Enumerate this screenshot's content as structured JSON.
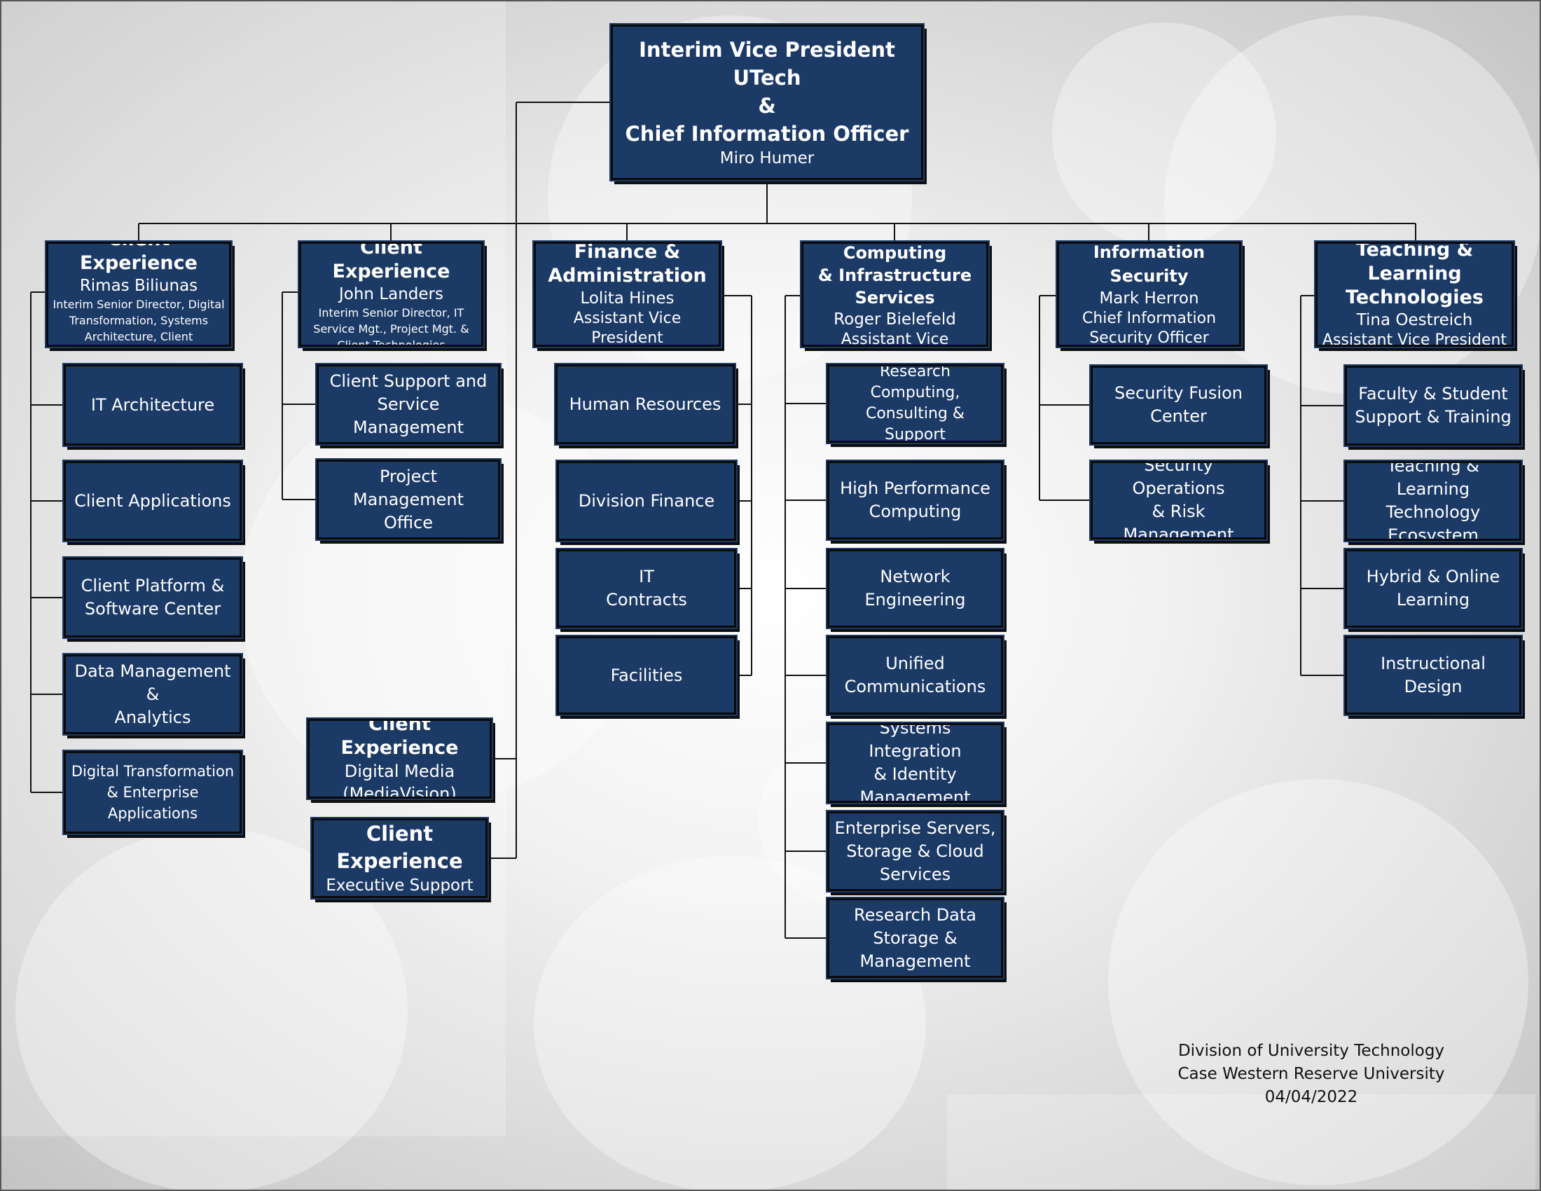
{
  "top": {
    "title_line1": "Interim Vice President UTech",
    "title_line2": "&",
    "title_line3": "Chief Information Officer",
    "name": "Miro Humer"
  },
  "divisions": [
    {
      "title": "Client Experience",
      "name": "Rimas Biliunas",
      "role": "Interim Senior Director, Digital Transformation, Systems Architecture, Client Technologies",
      "units": [
        "IT Architecture",
        "Client Applications",
        "Client Platform &\nSoftware Center",
        "Data Management &\nAnalytics",
        "Digital Transformation\n& Enterprise\nApplications"
      ]
    },
    {
      "title": "Client Experience",
      "name": "John Landers",
      "role": "Interim Senior Director, IT Service Mgt., Project Mgt. & Client Technologies",
      "units": [
        "Client Support and\nService Management",
        "Project Management\nOffice"
      ]
    },
    {
      "title": "Finance &\nAdministration",
      "name": "Lolita Hines",
      "role": "Assistant Vice President",
      "units": [
        "Human Resources",
        "Division Finance",
        "IT\nContracts",
        "Facilities"
      ]
    },
    {
      "title": "Research Computing\n& Infrastructure\nServices",
      "name": "Roger Bielefeld",
      "role": "Assistant Vice President",
      "units": [
        "Research Computing,\nConsulting & Support",
        "High Performance\nComputing",
        "Network\nEngineering",
        "Unified\nCommunications",
        "Systems Integration\n& Identity\nManagement",
        "Enterprise Servers,\nStorage & Cloud\nServices",
        "Research Data\nStorage &\nManagement"
      ]
    },
    {
      "title": "Information Security",
      "name": "Mark Herron",
      "role": "Chief Information\nSecurity Officer",
      "units": [
        "Security Fusion\nCenter",
        "Security Operations\n& Risk Management"
      ]
    },
    {
      "title": "Teaching & Learning\nTechnologies",
      "name": "Tina Oestreich",
      "role": "Assistant Vice President",
      "units": [
        "Faculty & Student\nSupport & Training",
        "Teaching & Learning\nTechnology\nEcosystem",
        "Hybrid & Online\nLearning",
        "Instructional Design"
      ]
    }
  ],
  "direct_units": [
    {
      "title": "Client Experience",
      "subtitle": "Digital Media\n(MediaVision)"
    },
    {
      "title": "Client\nExperience",
      "subtitle": "Executive Support"
    }
  ],
  "footer": {
    "line1": "Division of University Technology",
    "line2": "Case Western Reserve University",
    "line3": "04/04/2022"
  }
}
